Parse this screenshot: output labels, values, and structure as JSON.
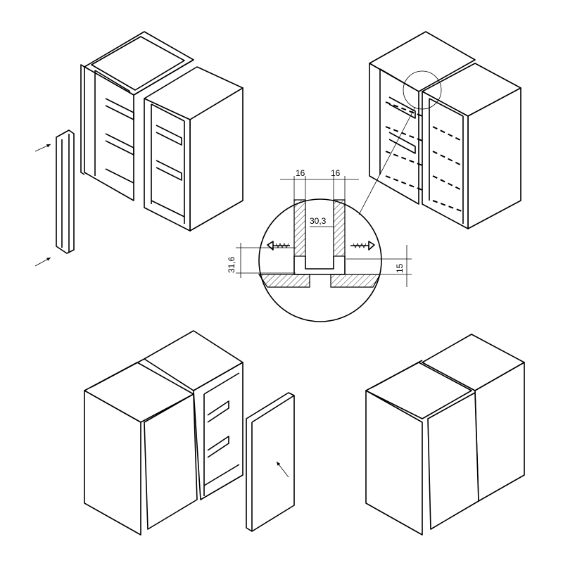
{
  "dimensions": {
    "panel_left": "16",
    "panel_right": "16",
    "gap": "30,3",
    "height_left": "31,6",
    "height_right": "15"
  }
}
